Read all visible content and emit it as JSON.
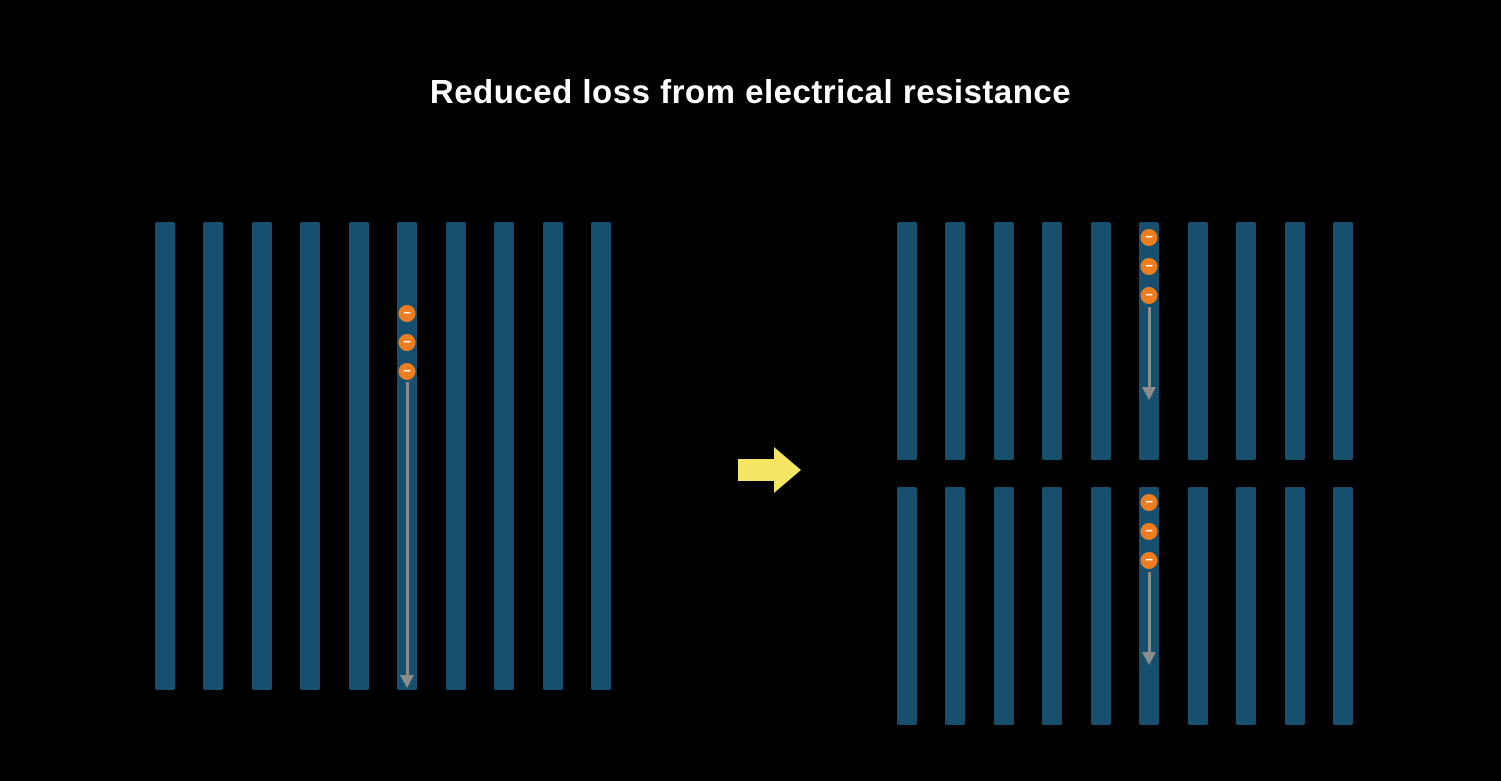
{
  "title": "Reduced loss from electrical resistance",
  "colors": {
    "background": "#000000",
    "title_text": "#ffffff",
    "bar": "#174f6e",
    "electron": "#ee7d20",
    "electron_symbol": "#ffffff",
    "flow_arrow": "#8c8c8c",
    "transition_arrow": "#f5e664"
  },
  "diagram": {
    "electron_symbol": "−",
    "left_coil": {
      "bar_count": 10,
      "electron_bar_index": 5,
      "electron_count": 3
    },
    "right_coils": [
      {
        "bar_count": 10,
        "electron_bar_index": 5,
        "electron_count": 3
      },
      {
        "bar_count": 10,
        "electron_bar_index": 5,
        "electron_count": 3
      }
    ]
  }
}
